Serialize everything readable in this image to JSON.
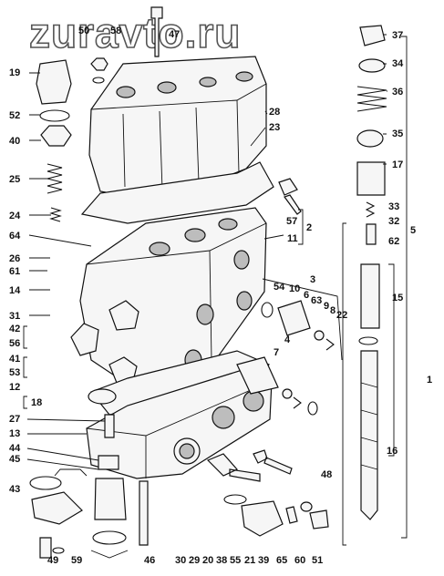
{
  "watermark": "zuravto.ru",
  "callouts": [
    "50",
    "58",
    "47",
    "37",
    "34",
    "36",
    "19",
    "52",
    "40",
    "25",
    "24",
    "28",
    "23",
    "35",
    "17",
    "33",
    "32",
    "62",
    "5",
    "57",
    "2",
    "64",
    "11",
    "26",
    "61",
    "14",
    "31",
    "54",
    "10",
    "6",
    "63",
    "9",
    "8",
    "22",
    "3",
    "7",
    "15",
    "42",
    "56",
    "4",
    "41",
    "53",
    "12",
    "18",
    "27",
    "13",
    "44",
    "45",
    "43",
    "49",
    "59",
    "46",
    "30",
    "29",
    "20",
    "38",
    "55",
    "21",
    "39",
    "65",
    "60",
    "51",
    "48",
    "1",
    "16"
  ]
}
